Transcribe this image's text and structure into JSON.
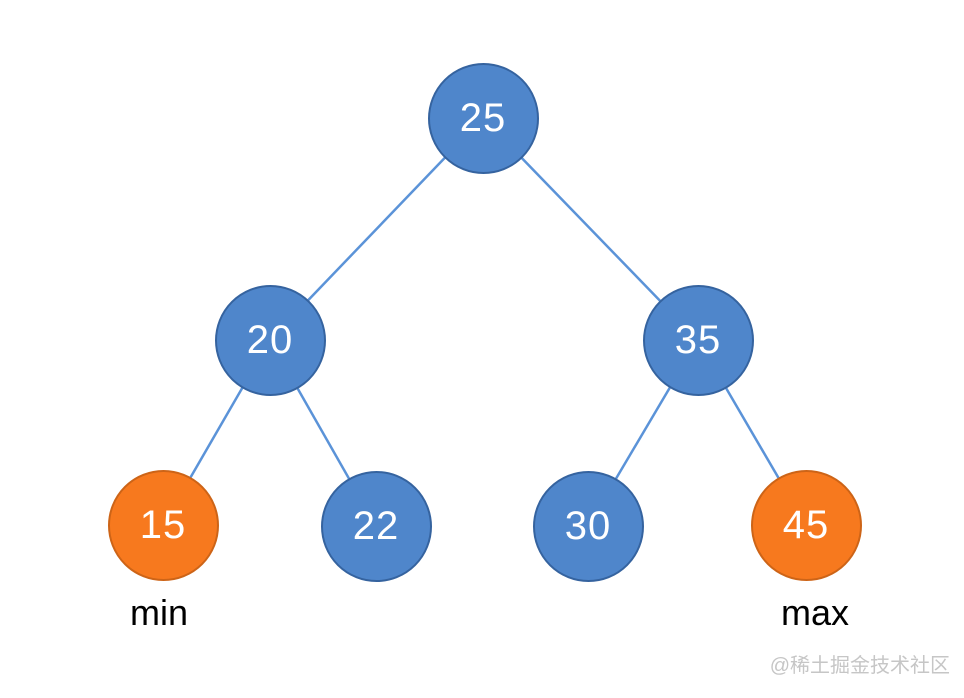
{
  "diagram": {
    "type": "binary-search-tree",
    "nodes": [
      {
        "value": "25",
        "role": "root",
        "color": "blue"
      },
      {
        "value": "20",
        "role": "left-child of 25",
        "color": "blue"
      },
      {
        "value": "35",
        "role": "right-child of 25",
        "color": "blue"
      },
      {
        "value": "15",
        "role": "left-child of 20, minimum",
        "color": "orange"
      },
      {
        "value": "22",
        "role": "right-child of 20",
        "color": "blue"
      },
      {
        "value": "30",
        "role": "left-child of 35",
        "color": "blue"
      },
      {
        "value": "45",
        "role": "right-child of 35, maximum",
        "color": "orange"
      }
    ],
    "edges": [
      {
        "from": "25",
        "to": "20"
      },
      {
        "from": "25",
        "to": "35"
      },
      {
        "from": "20",
        "to": "15"
      },
      {
        "from": "20",
        "to": "22"
      },
      {
        "from": "35",
        "to": "30"
      },
      {
        "from": "35",
        "to": "45"
      }
    ],
    "annotations": {
      "min": "min",
      "max": "max"
    }
  },
  "watermark": {
    "text": "@稀土掘金技术社区"
  },
  "colors": {
    "node_blue_fill": "#4f86cb",
    "node_blue_border": "#35639f",
    "node_orange_fill": "#f7791e",
    "node_orange_border": "#cd6417",
    "edge_stroke": "#5b93d8",
    "node_text": "#ffffff",
    "annotation_text": "#000000",
    "watermark_text": "#c6c6c6",
    "background": "#ffffff"
  }
}
